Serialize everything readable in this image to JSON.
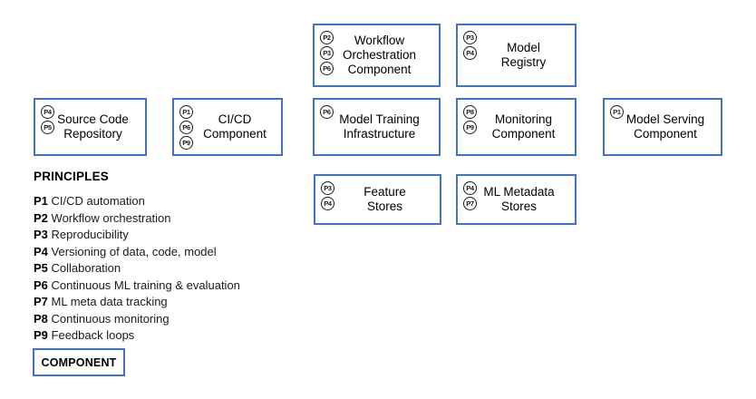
{
  "diagram": {
    "accent_color": "#4472c4",
    "badge_color": "#1a1a1a",
    "components": [
      {
        "id": "workflow-orchestration-component",
        "label": "Workflow\nOrchestration\nComponent",
        "badges": [
          "P2",
          "P3",
          "P6"
        ]
      },
      {
        "id": "model-registry",
        "label": "Model\nRegistry",
        "badges": [
          "P3",
          "P4"
        ]
      },
      {
        "id": "source-code-repository",
        "label": "Source Code\nRepository",
        "badges": [
          "P4",
          "P5"
        ]
      },
      {
        "id": "cicd-component",
        "label": "CI/CD\nComponent",
        "badges": [
          "P1",
          "P6",
          "P9"
        ]
      },
      {
        "id": "model-training-infrastructure",
        "label": "Model Training\nInfrastructure",
        "badges": [
          "P6"
        ]
      },
      {
        "id": "monitoring-component",
        "label": "Monitoring\nComponent",
        "badges": [
          "P8",
          "P9"
        ]
      },
      {
        "id": "model-serving-component",
        "label": "Model Serving\nComponent",
        "badges": [
          "P1"
        ]
      },
      {
        "id": "feature-stores",
        "label": "Feature\nStores",
        "badges": [
          "P3",
          "P4"
        ]
      },
      {
        "id": "ml-metadata-stores",
        "label": "ML Metadata\nStores",
        "badges": [
          "P4",
          "P7"
        ]
      }
    ]
  },
  "principles": {
    "title": "PRINCIPLES",
    "items": [
      {
        "key": "P1",
        "text": "CI/CD automation"
      },
      {
        "key": "P2",
        "text": "Workflow orchestration"
      },
      {
        "key": "P3",
        "text": "Reproducibility"
      },
      {
        "key": "P4",
        "text": "Versioning of data, code, model"
      },
      {
        "key": "P5",
        "text": "Collaboration"
      },
      {
        "key": "P6",
        "text": "Continuous ML training & evaluation"
      },
      {
        "key": "P7",
        "text": "ML meta data tracking"
      },
      {
        "key": "P8",
        "text": "Continuous monitoring"
      },
      {
        "key": "P9",
        "text": "Feedback loops"
      }
    ]
  },
  "legend": {
    "component_label": "COMPONENT"
  }
}
